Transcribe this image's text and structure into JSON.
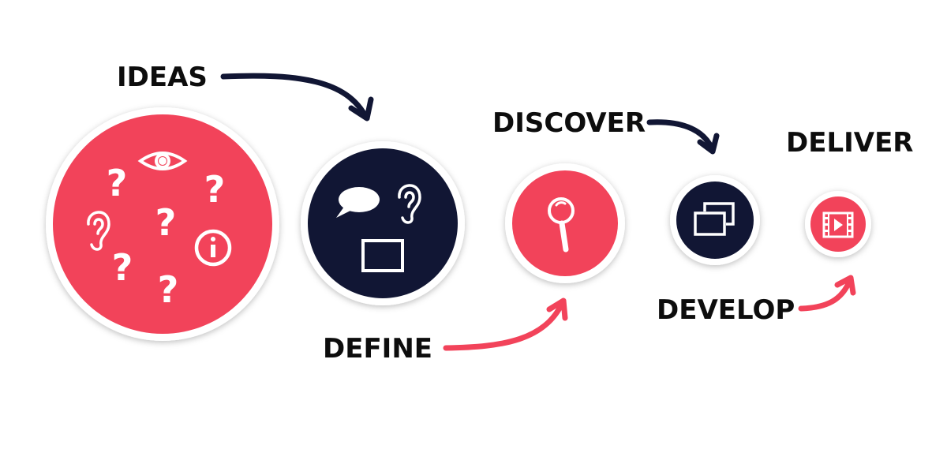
{
  "labels": {
    "ideas": "IDEAS",
    "define": "DEFINE",
    "discover": "DISCOVER",
    "develop": "DEVELOP",
    "deliver": "DELIVER"
  },
  "colors": {
    "red": "#f2435a",
    "navy": "#111634",
    "white": "#ffffff",
    "text": "#0d0d0d"
  },
  "stages": [
    {
      "name": "ideas",
      "fill": "red",
      "icons": [
        "question-icon",
        "eye-icon",
        "ear-icon",
        "info-icon"
      ]
    },
    {
      "name": "define",
      "fill": "navy",
      "icons": [
        "speech-bubble-icon",
        "ear-icon",
        "rectangle-icon"
      ]
    },
    {
      "name": "discover",
      "fill": "red",
      "icons": [
        "magnifier-icon"
      ]
    },
    {
      "name": "develop",
      "fill": "navy",
      "icons": [
        "overlapping-windows-icon"
      ]
    },
    {
      "name": "deliver",
      "fill": "red",
      "icons": [
        "film-play-icon"
      ]
    }
  ]
}
